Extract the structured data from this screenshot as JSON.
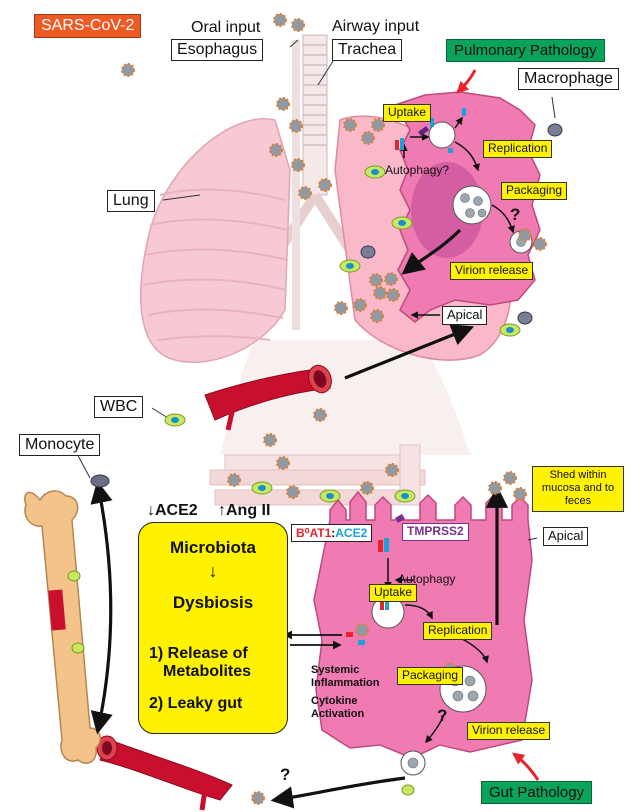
{
  "labels": {
    "sars_cov2": "SARS-CoV-2",
    "oral_input": "Oral input",
    "esophagus": "Esophagus",
    "airway_input": "Airway input",
    "trachea": "Trachea",
    "pulmonary_pathology": "Pulmonary Pathology",
    "macrophage": "Macrophage",
    "lung": "Lung",
    "wbc": "WBC",
    "monocyte": "Monocyte",
    "gut_pathology": "Gut Pathology"
  },
  "lung_cell": {
    "uptake": "Uptake",
    "autophagy": "Autophagy?",
    "replication": "Replication",
    "packaging": "Packaging",
    "question": "?",
    "virion_release": "Virion release",
    "apical": "Apical"
  },
  "gut_cell": {
    "ace2_down": "↓ACE2",
    "angii_up": "↑Ang II",
    "receptor_b0at1": "B⁰AT1",
    "receptor_sep": ":",
    "receptor_ace2": "ACE2",
    "tmprss2": "TMPRSS2",
    "autophagy": "Autophagy",
    "uptake": "Uptake",
    "replication": "Replication",
    "packaging": "Packaging",
    "virion_release": "Virion release",
    "apical": "Apical",
    "shed": "Shed within mucosa and to feces",
    "systemic_1": "Systemic",
    "systemic_2": "Inflammation",
    "cytokine_1": "Cytokine",
    "cytokine_2": "Activation",
    "question_1": "?",
    "question_2": "?"
  },
  "panel": {
    "microbiota": "Microbiota",
    "arrow": "↓",
    "dysbiosis": "Dysbiosis",
    "release_1": "1) Release of",
    "release_2": "Metabolites",
    "leaky": "2) Leaky gut"
  },
  "colors": {
    "cell_pink": "#f07bb3",
    "lung_pink": "#f7c9d2",
    "label_yellow": "#fff200",
    "pathology_green": "#0aa35a",
    "virus_orange": "#ee5a24",
    "vessel_red": "#c8102e",
    "receptor_red": "#e8232b",
    "receptor_blue": "#1aa0dd",
    "tmprss2_purple": "#7b2f8e"
  }
}
